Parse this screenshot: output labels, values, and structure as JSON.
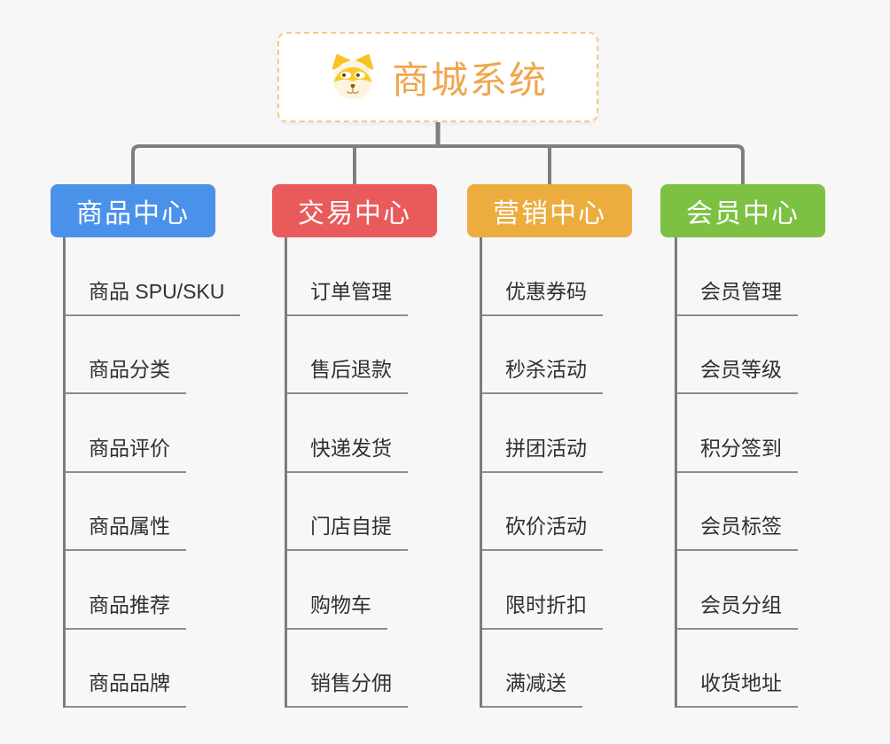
{
  "page": {
    "background": "#f7f7f7"
  },
  "root": {
    "title": "商城系统",
    "icon": "shiba-dog-icon",
    "title_color": "#f0a64e",
    "border_color": "#f3ca85"
  },
  "branches": [
    {
      "label": "商品中心",
      "color": "#4a91e9",
      "items": [
        "商品 SPU/SKU",
        "商品分类",
        "商品评价",
        "商品属性",
        "商品推荐",
        "商品品牌"
      ]
    },
    {
      "label": "交易中心",
      "color": "#e95a5a",
      "items": [
        "订单管理",
        "售后退款",
        "快递发货",
        "门店自提",
        "购物车",
        "销售分佣"
      ]
    },
    {
      "label": "营销中心",
      "color": "#ecac3e",
      "items": [
        "优惠券码",
        "秒杀活动",
        "拼团活动",
        "砍价活动",
        "限时折扣",
        "满减送"
      ]
    },
    {
      "label": "会员中心",
      "color": "#7cc142",
      "items": [
        "会员管理",
        "会员等级",
        "积分签到",
        "会员标签",
        "会员分组",
        "收货地址"
      ]
    }
  ],
  "colors": {
    "connector": "#7f7f7f",
    "trunk": "#7c7c7c",
    "underline": "#8d8d8d",
    "leaf_text": "#303030"
  }
}
